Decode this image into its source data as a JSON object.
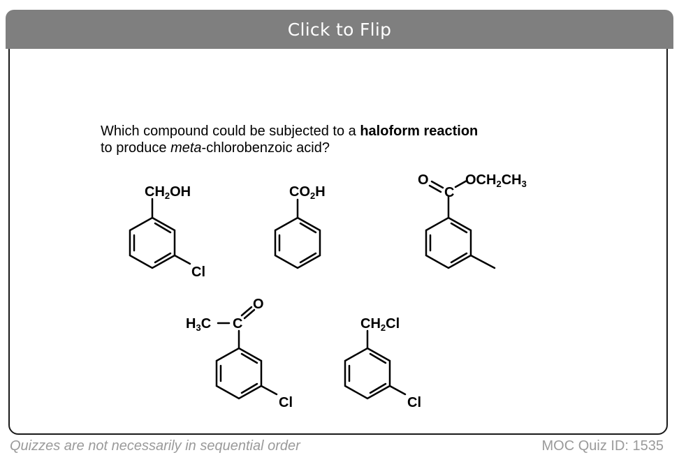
{
  "banner": {
    "label": "Click to Flip"
  },
  "question": {
    "part1": "Which compound could be subjected to a ",
    "bold": "haloform reaction",
    "line2_pre": "to produce ",
    "italic": "meta",
    "line2_post": "-chlorobenzoic acid?"
  },
  "compounds": {
    "c1": {
      "top": "CH",
      "sub": "2",
      "rest": "OH",
      "sub_label": "Cl"
    },
    "c2": {
      "top": "CO",
      "sub": "2",
      "rest": "H"
    },
    "c3": {
      "carbonyl_o": "O",
      "carbon": "C",
      "ester_pre": "OCH",
      "ester_sub1": "2",
      "ester_mid": "CH",
      "ester_sub2": "3"
    },
    "c4": {
      "pre": "H",
      "sub": "3",
      "mid": "C",
      "carbon": "C",
      "carbonyl_o": "O",
      "sub_label": "Cl"
    },
    "c5": {
      "top": "CH",
      "sub": "2",
      "rest": "Cl",
      "sub_label": "Cl"
    }
  },
  "footer": {
    "note": "Quizzes are not necessarily in sequential order",
    "quiz_id": "MOC Quiz ID: 1535"
  }
}
